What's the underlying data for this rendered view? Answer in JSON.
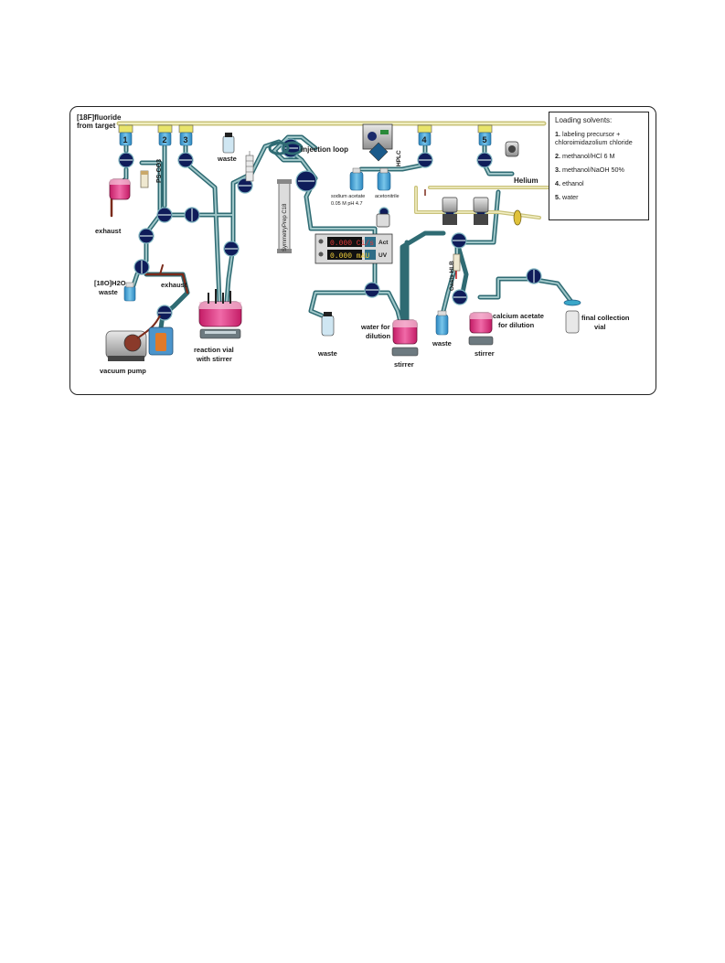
{
  "figure": {
    "legend": {
      "title": "Loading solvents:",
      "items": [
        {
          "num": "1.",
          "text": "labeling precursor + chloroimidazolium chloride"
        },
        {
          "num": "2.",
          "text": "methanol/HCl 6 M"
        },
        {
          "num": "3.",
          "text": "methanol/NaOH 50%"
        },
        {
          "num": "4.",
          "text": "ethanol"
        },
        {
          "num": "5.",
          "text": "water"
        }
      ]
    },
    "labels": {
      "fluoride_source": "[18F]fluoride",
      "fluoride_source2": "from target",
      "exhaust_1": "exhaust",
      "exhaust_2": "exhaust",
      "ps_co3": "PS-CO3",
      "oh2o_waste_1": "[18O]H2O",
      "oh2o_waste_2": "waste",
      "vacuum_pump": "vacuum pump",
      "waste_top": "waste",
      "injection_loop": "injection loop",
      "reaction_vial_1": "reaction vial",
      "reaction_vial_2": "with stirrer",
      "column": "SymmetryPrep C18",
      "sodium_acetate_1": "sodium acetate",
      "sodium_acetate_2": "0.05 M pH 4.7",
      "acetonitrile": "acetonitrile",
      "hplc": "HPLC",
      "helium": "Helium",
      "activity_value": "0.000 Ci/s",
      "activity_label": "Act",
      "uv_value": "0.000 mAU",
      "uv_label": "UV",
      "waste_bottom": "waste",
      "water_dilution_1": "water for",
      "water_dilution_2": "dilution",
      "stirrer_1": "stirrer",
      "oasis": "Oasis HLB",
      "waste_right": "waste",
      "calcium_acetate_1": "calcium acetate",
      "calcium_acetate_2": "for dilution",
      "stirrer_2": "stirrer",
      "final_vial_1": "final collection",
      "final_vial_2": "vial"
    },
    "reservoir_numbers": [
      "1",
      "2",
      "3",
      "4",
      "5"
    ],
    "colors": {
      "tube": "#2f6b73",
      "tube_light": "#9fc6c8",
      "valve": "#0f1c5a",
      "solvent_cap": "#e8e46a",
      "reservoir": "#3fa3d6",
      "pink_liquid": "#e0287a",
      "line_yellow": "#c9c27a"
    }
  }
}
